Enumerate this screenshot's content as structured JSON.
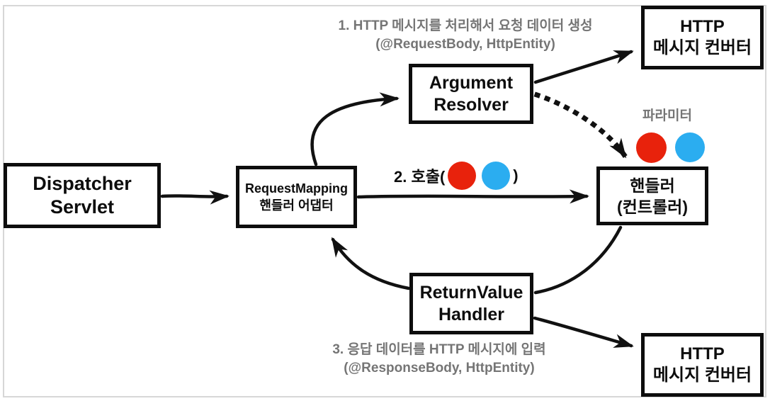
{
  "diagram": {
    "boxes": {
      "dispatcher": {
        "line1": "Dispatcher",
        "line2": "Servlet"
      },
      "adapter": {
        "line1": "RequestMapping",
        "line2": "핸들러 어댑터"
      },
      "argument_resolver": {
        "line1": "Argument",
        "line2": "Resolver"
      },
      "handler": {
        "line1": "핸들러",
        "line2": "(컨트롤러)"
      },
      "return_value_handler": {
        "line1": "ReturnValue",
        "line2": "Handler"
      },
      "http_converter_top": {
        "line1": "HTTP",
        "line2": "메시지 컨버터"
      },
      "http_converter_bottom": {
        "line1": "HTTP",
        "line2": "메시지 컨버터"
      }
    },
    "annotations": {
      "step1_line1": "1. HTTP 메시지를 처리해서 요청 데이터 생성",
      "step1_line2": "(@RequestBody, HttpEntity)",
      "step2_prefix": "2. 호출(",
      "step2_suffix": ")",
      "param_label": "파라미터",
      "step3_line1": "3. 응답 데이터를 HTTP 메시지에 입력",
      "step3_line2": "(@ResponseBody, HttpEntity)"
    },
    "colors": {
      "param_red": "#e8220c",
      "param_blue": "#2badf0",
      "annotation_gray": "#757575",
      "arrow_black": "#111111",
      "frame_gray": "#d7d7d7"
    }
  }
}
